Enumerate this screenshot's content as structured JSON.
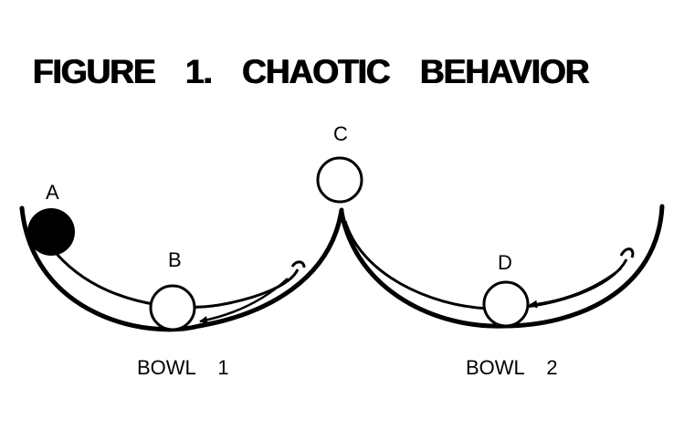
{
  "title": "FIGURE   1.   CHAOTIC   BEHAVIOR",
  "points": {
    "a": "A",
    "b": "B",
    "c": "C",
    "d": "D"
  },
  "bowls": {
    "bowl1": "BOWL    1",
    "bowl2": "BOWL    2"
  },
  "colors": {
    "ink": "#000000",
    "background": "#ffffff"
  }
}
